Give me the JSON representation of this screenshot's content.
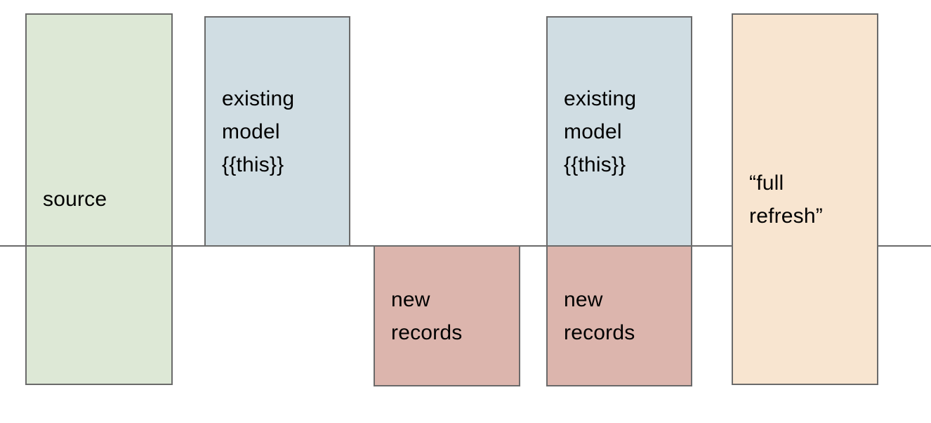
{
  "colors": {
    "background": "#ffffff",
    "source_fill": "#dde8d6",
    "existing_model_fill": "#d0dde3",
    "new_records_fill": "#dcb5ad",
    "full_refresh_fill": "#f8e5d0",
    "box_border": "#6a6a6a",
    "divider_line": "#6a6a6a",
    "text": "#000000"
  },
  "boxes": [
    {
      "name": "source",
      "label": "source"
    },
    {
      "name": "existing-model-left",
      "label": "existing\nmodel\n{{this}}"
    },
    {
      "name": "new-records-left",
      "label": "new\nrecords"
    },
    {
      "name": "existing-model-right",
      "label": "existing\nmodel\n{{this}}"
    },
    {
      "name": "new-records-right",
      "label": "new\nrecords"
    },
    {
      "name": "full-refresh",
      "label": "“full\nrefresh”"
    }
  ]
}
